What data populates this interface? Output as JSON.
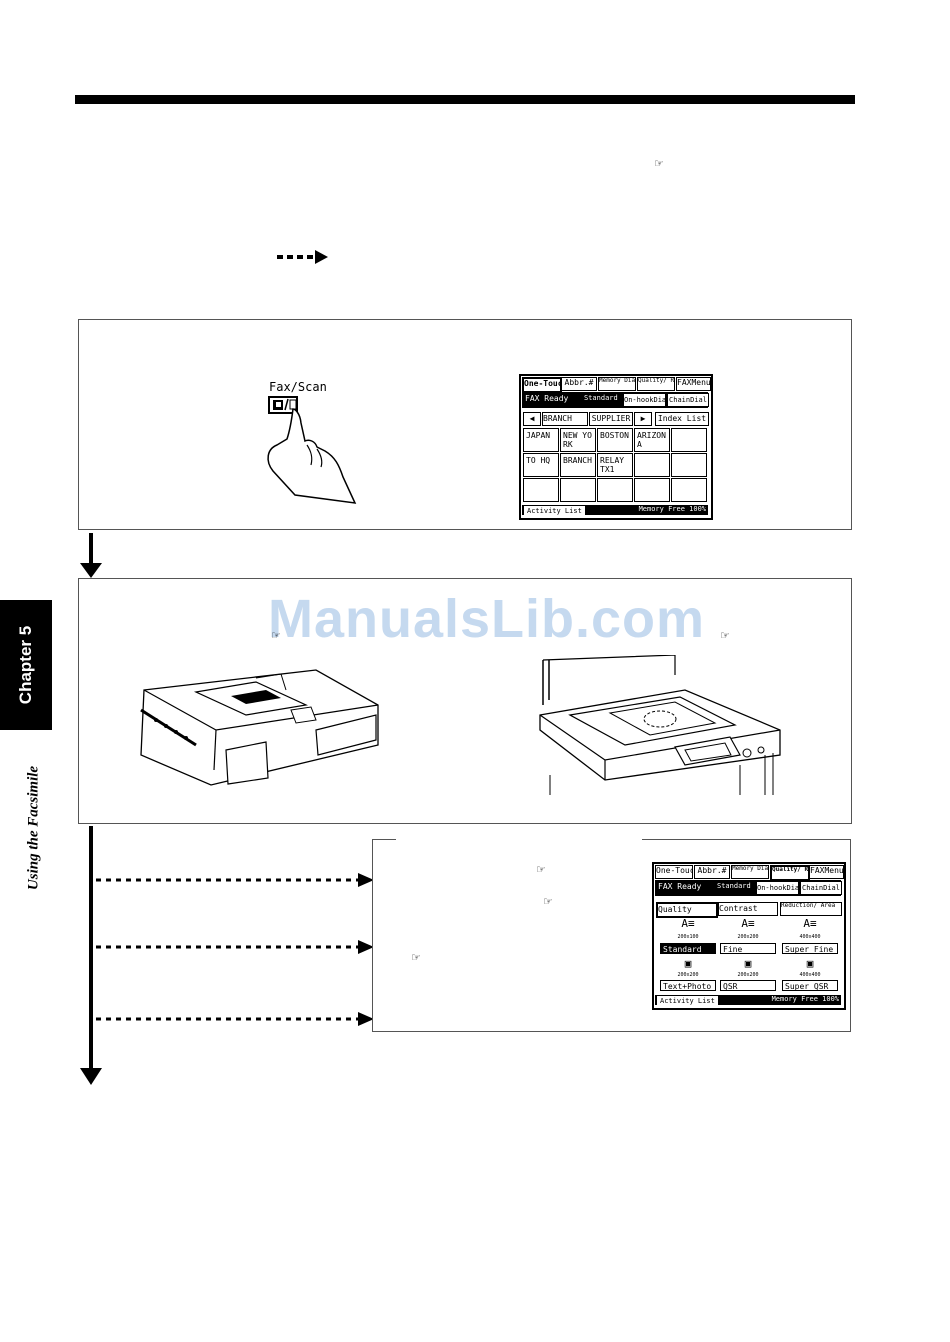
{
  "side": {
    "chapter_label": "Chapter 5",
    "section_title": "Using the Facsimile"
  },
  "watermark": "ManualsLib.com",
  "icons": {
    "reference": "pointing-hand-reference-icon",
    "dashed_arrow": "dashed-arrow-right-icon"
  },
  "fax_key": {
    "label": "Fax/Scan"
  },
  "panel1": {
    "tabs": [
      "One-Touch",
      "Abbr.#",
      "Memory Dialing",
      "Quality/ Reduction",
      "FAXMenu"
    ],
    "status": "FAX Ready",
    "mode": "Standard",
    "buttons": [
      "On-hookDial",
      "ChainDial"
    ],
    "nav_groups": [
      "BRANCH",
      "SUPPLIER"
    ],
    "index_list": "Index List",
    "cells": [
      "JAPAN",
      "NEW YO\nRK",
      "BOSTON",
      "ARIZON\nA",
      "",
      "TO HQ",
      "BRANCH",
      "RELAY\nTX1",
      "",
      "",
      "",
      "",
      "",
      "",
      ""
    ],
    "footer_left": "Activity List",
    "footer_mem": "Memory Free",
    "footer_pct": "100%"
  },
  "panel2": {
    "tabs": [
      "One-Touch",
      "Abbr.#",
      "Memory Dialing",
      "Quality/ Reduction",
      "FAXMenu"
    ],
    "status": "FAX Ready",
    "mode": "Standard",
    "buttons": [
      "On-hookDial",
      "ChainDial"
    ],
    "subtabs": [
      "Quality",
      "Contrast",
      "Reduction/ Area"
    ],
    "res_top": [
      "200x100",
      "200x200",
      "400x400"
    ],
    "options_top": [
      "Standard",
      "Fine",
      "Super Fine"
    ],
    "res_bottom": [
      "200x200",
      "200x200",
      "400x400"
    ],
    "options_bottom": [
      "Text+Photo",
      "QSR",
      "Super QSR"
    ],
    "footer_left": "Activity List",
    "footer_mem": "Memory Free",
    "footer_pct": "100%"
  }
}
